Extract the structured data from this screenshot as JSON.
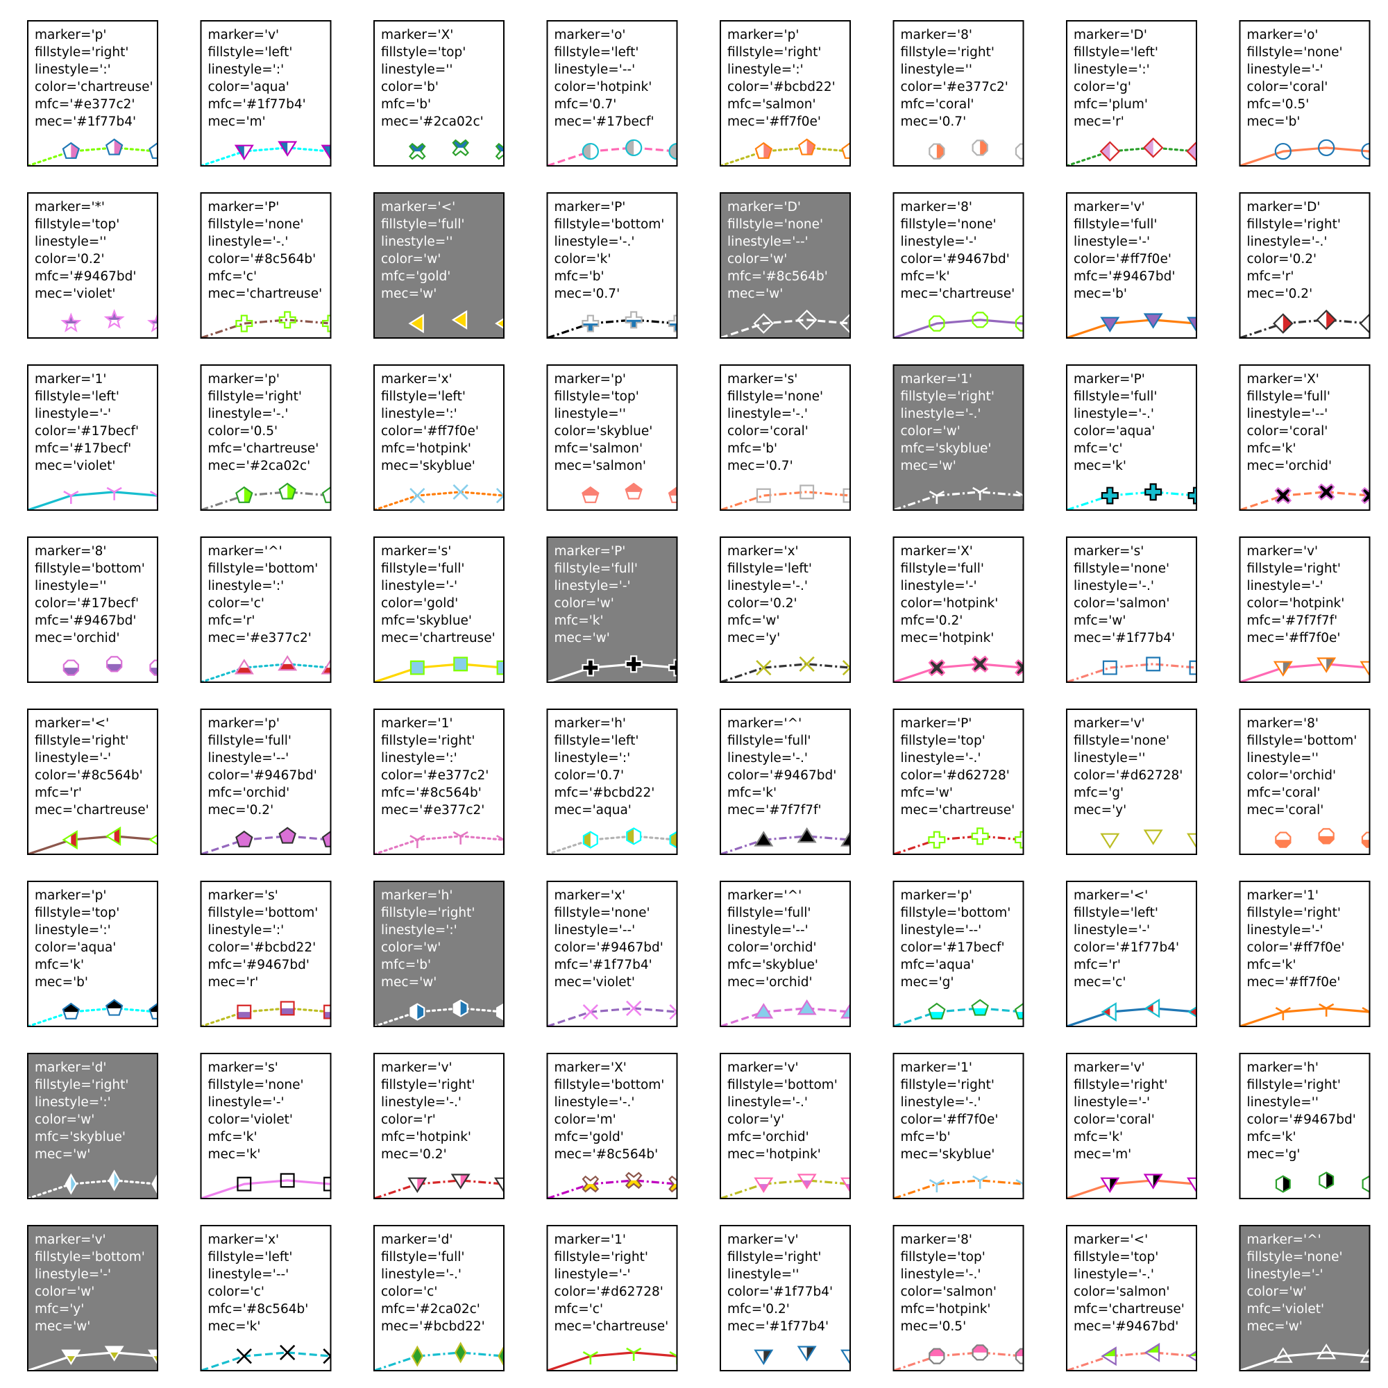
{
  "chart_data": {
    "type": "line",
    "rows": 8,
    "cols": 8,
    "x": [
      0,
      1,
      2,
      3
    ],
    "y": [
      0,
      0.8,
      1.0,
      0.8
    ],
    "xlim": [
      0,
      3
    ],
    "ylim": [
      0,
      8
    ],
    "grid": false,
    "colors": {
      "b": "#1f77b4",
      "g": "#2ca02c",
      "r": "#d62728",
      "c": "#17becf",
      "m": "#bf00bf",
      "y": "#bcbd22",
      "k": "#000000",
      "w": "#ffffff",
      "0.2": "#333333",
      "0.5": "#808080",
      "0.7": "#b3b3b3",
      "chartreuse": "#7fff00",
      "aqua": "#00ffff",
      "hotpink": "#ff69b4",
      "salmon": "#fa8072",
      "coral": "#ff7f50",
      "plum": "#dda0dd",
      "violet": "#ee82ee",
      "gold": "#ffd700",
      "skyblue": "#87ceeb",
      "orchid": "#da70d6"
    },
    "panels": [
      {
        "marker": "p",
        "fillstyle": "right",
        "linestyle": ":",
        "color": "chartreuse",
        "mfc": "#e377c2",
        "mec": "#1f77b4"
      },
      {
        "marker": "v",
        "fillstyle": "left",
        "linestyle": ":",
        "color": "aqua",
        "mfc": "#1f77b4",
        "mec": "m"
      },
      {
        "marker": "X",
        "fillstyle": "top",
        "linestyle": "",
        "color": "b",
        "mfc": "b",
        "mec": "#2ca02c"
      },
      {
        "marker": "o",
        "fillstyle": "left",
        "linestyle": "--",
        "color": "hotpink",
        "mfc": "0.7",
        "mec": "#17becf"
      },
      {
        "marker": "p",
        "fillstyle": "right",
        "linestyle": ":",
        "color": "#bcbd22",
        "mfc": "salmon",
        "mec": "#ff7f0e"
      },
      {
        "marker": "8",
        "fillstyle": "right",
        "linestyle": "",
        "color": "#e377c2",
        "mfc": "coral",
        "mec": "0.7"
      },
      {
        "marker": "D",
        "fillstyle": "left",
        "linestyle": ":",
        "color": "g",
        "mfc": "plum",
        "mec": "r"
      },
      {
        "marker": "o",
        "fillstyle": "none",
        "linestyle": "-",
        "color": "coral",
        "mfc": "0.5",
        "mec": "b"
      },
      {
        "marker": "*",
        "fillstyle": "top",
        "linestyle": "",
        "color": "0.2",
        "mfc": "#9467bd",
        "mec": "violet"
      },
      {
        "marker": "P",
        "fillstyle": "none",
        "linestyle": "-.",
        "color": "#8c564b",
        "mfc": "c",
        "mec": "chartreuse"
      },
      {
        "marker": "<",
        "fillstyle": "full",
        "linestyle": "",
        "color": "w",
        "mfc": "gold",
        "mec": "w"
      },
      {
        "marker": "P",
        "fillstyle": "bottom",
        "linestyle": "-.",
        "color": "k",
        "mfc": "b",
        "mec": "0.7"
      },
      {
        "marker": "D",
        "fillstyle": "none",
        "linestyle": "--",
        "color": "w",
        "mfc": "#8c564b",
        "mec": "w"
      },
      {
        "marker": "8",
        "fillstyle": "none",
        "linestyle": "-",
        "color": "#9467bd",
        "mfc": "k",
        "mec": "chartreuse"
      },
      {
        "marker": "v",
        "fillstyle": "full",
        "linestyle": "-",
        "color": "#ff7f0e",
        "mfc": "#9467bd",
        "mec": "b"
      },
      {
        "marker": "D",
        "fillstyle": "right",
        "linestyle": "-.",
        "color": "0.2",
        "mfc": "r",
        "mec": "0.2"
      },
      {
        "marker": "1",
        "fillstyle": "left",
        "linestyle": "-",
        "color": "#17becf",
        "mfc": "#17becf",
        "mec": "violet"
      },
      {
        "marker": "p",
        "fillstyle": "right",
        "linestyle": "-.",
        "color": "0.5",
        "mfc": "chartreuse",
        "mec": "#2ca02c"
      },
      {
        "marker": "x",
        "fillstyle": "left",
        "linestyle": ":",
        "color": "#ff7f0e",
        "mfc": "hotpink",
        "mec": "skyblue"
      },
      {
        "marker": "p",
        "fillstyle": "top",
        "linestyle": "",
        "color": "skyblue",
        "mfc": "salmon",
        "mec": "salmon"
      },
      {
        "marker": "s",
        "fillstyle": "none",
        "linestyle": "-.",
        "color": "coral",
        "mfc": "b",
        "mec": "0.7"
      },
      {
        "marker": "1",
        "fillstyle": "right",
        "linestyle": "-.",
        "color": "w",
        "mfc": "skyblue",
        "mec": "w"
      },
      {
        "marker": "P",
        "fillstyle": "full",
        "linestyle": "-.",
        "color": "aqua",
        "mfc": "c",
        "mec": "k"
      },
      {
        "marker": "X",
        "fillstyle": "full",
        "linestyle": "--",
        "color": "coral",
        "mfc": "k",
        "mec": "orchid"
      },
      {
        "marker": "8",
        "fillstyle": "bottom",
        "linestyle": "",
        "color": "#17becf",
        "mfc": "#9467bd",
        "mec": "orchid"
      },
      {
        "marker": "^",
        "fillstyle": "bottom",
        "linestyle": ":",
        "color": "c",
        "mfc": "r",
        "mec": "#e377c2"
      },
      {
        "marker": "s",
        "fillstyle": "full",
        "linestyle": "-",
        "color": "gold",
        "mfc": "skyblue",
        "mec": "chartreuse"
      },
      {
        "marker": "P",
        "fillstyle": "full",
        "linestyle": "-",
        "color": "w",
        "mfc": "k",
        "mec": "w"
      },
      {
        "marker": "x",
        "fillstyle": "left",
        "linestyle": "-.",
        "color": "0.2",
        "mfc": "w",
        "mec": "y"
      },
      {
        "marker": "X",
        "fillstyle": "full",
        "linestyle": "-",
        "color": "hotpink",
        "mfc": "0.2",
        "mec": "hotpink"
      },
      {
        "marker": "s",
        "fillstyle": "none",
        "linestyle": "-.",
        "color": "salmon",
        "mfc": "w",
        "mec": "#1f77b4"
      },
      {
        "marker": "v",
        "fillstyle": "right",
        "linestyle": "-",
        "color": "hotpink",
        "mfc": "#7f7f7f",
        "mec": "#ff7f0e"
      },
      {
        "marker": "<",
        "fillstyle": "right",
        "linestyle": "-",
        "color": "#8c564b",
        "mfc": "r",
        "mec": "chartreuse"
      },
      {
        "marker": "p",
        "fillstyle": "full",
        "linestyle": "--",
        "color": "#9467bd",
        "mfc": "orchid",
        "mec": "0.2"
      },
      {
        "marker": "1",
        "fillstyle": "right",
        "linestyle": ":",
        "color": "#e377c2",
        "mfc": "#8c564b",
        "mec": "#e377c2"
      },
      {
        "marker": "h",
        "fillstyle": "left",
        "linestyle": ":",
        "color": "0.7",
        "mfc": "#bcbd22",
        "mec": "aqua"
      },
      {
        "marker": "^",
        "fillstyle": "full",
        "linestyle": "-.",
        "color": "#9467bd",
        "mfc": "k",
        "mec": "#7f7f7f"
      },
      {
        "marker": "P",
        "fillstyle": "top",
        "linestyle": "-.",
        "color": "#d62728",
        "mfc": "w",
        "mec": "chartreuse"
      },
      {
        "marker": "v",
        "fillstyle": "none",
        "linestyle": "",
        "color": "#d62728",
        "mfc": "g",
        "mec": "y"
      },
      {
        "marker": "8",
        "fillstyle": "bottom",
        "linestyle": "",
        "color": "orchid",
        "mfc": "coral",
        "mec": "coral"
      },
      {
        "marker": "p",
        "fillstyle": "top",
        "linestyle": ":",
        "color": "aqua",
        "mfc": "k",
        "mec": "b"
      },
      {
        "marker": "s",
        "fillstyle": "bottom",
        "linestyle": ":",
        "color": "#bcbd22",
        "mfc": "#9467bd",
        "mec": "r"
      },
      {
        "marker": "h",
        "fillstyle": "right",
        "linestyle": ":",
        "color": "w",
        "mfc": "b",
        "mec": "w"
      },
      {
        "marker": "x",
        "fillstyle": "none",
        "linestyle": "--",
        "color": "#9467bd",
        "mfc": "#1f77b4",
        "mec": "violet"
      },
      {
        "marker": "^",
        "fillstyle": "full",
        "linestyle": "--",
        "color": "orchid",
        "mfc": "skyblue",
        "mec": "orchid"
      },
      {
        "marker": "p",
        "fillstyle": "bottom",
        "linestyle": "--",
        "color": "#17becf",
        "mfc": "aqua",
        "mec": "g"
      },
      {
        "marker": "<",
        "fillstyle": "left",
        "linestyle": "-",
        "color": "#1f77b4",
        "mfc": "r",
        "mec": "c"
      },
      {
        "marker": "1",
        "fillstyle": "right",
        "linestyle": "-",
        "color": "#ff7f0e",
        "mfc": "k",
        "mec": "#ff7f0e"
      },
      {
        "marker": "d",
        "fillstyle": "right",
        "linestyle": ":",
        "color": "w",
        "mfc": "skyblue",
        "mec": "w"
      },
      {
        "marker": "s",
        "fillstyle": "none",
        "linestyle": "-",
        "color": "violet",
        "mfc": "k",
        "mec": "k"
      },
      {
        "marker": "v",
        "fillstyle": "right",
        "linestyle": "-.",
        "color": "r",
        "mfc": "hotpink",
        "mec": "0.2"
      },
      {
        "marker": "X",
        "fillstyle": "bottom",
        "linestyle": "-.",
        "color": "m",
        "mfc": "gold",
        "mec": "#8c564b"
      },
      {
        "marker": "v",
        "fillstyle": "bottom",
        "linestyle": "-.",
        "color": "y",
        "mfc": "orchid",
        "mec": "hotpink"
      },
      {
        "marker": "1",
        "fillstyle": "right",
        "linestyle": "-.",
        "color": "#ff7f0e",
        "mfc": "b",
        "mec": "skyblue"
      },
      {
        "marker": "v",
        "fillstyle": "right",
        "linestyle": "-",
        "color": "coral",
        "mfc": "k",
        "mec": "m"
      },
      {
        "marker": "h",
        "fillstyle": "right",
        "linestyle": "",
        "color": "#9467bd",
        "mfc": "k",
        "mec": "g"
      },
      {
        "marker": "v",
        "fillstyle": "bottom",
        "linestyle": "-",
        "color": "w",
        "mfc": "y",
        "mec": "w"
      },
      {
        "marker": "x",
        "fillstyle": "left",
        "linestyle": "--",
        "color": "c",
        "mfc": "#8c564b",
        "mec": "k"
      },
      {
        "marker": "d",
        "fillstyle": "full",
        "linestyle": "-.",
        "color": "c",
        "mfc": "#2ca02c",
        "mec": "#bcbd22"
      },
      {
        "marker": "1",
        "fillstyle": "right",
        "linestyle": "-",
        "color": "#d62728",
        "mfc": "c",
        "mec": "chartreuse"
      },
      {
        "marker": "v",
        "fillstyle": "right",
        "linestyle": "",
        "color": "#1f77b4",
        "mfc": "0.2",
        "mec": "#1f77b4"
      },
      {
        "marker": "8",
        "fillstyle": "top",
        "linestyle": "-.",
        "color": "salmon",
        "mfc": "hotpink",
        "mec": "0.5"
      },
      {
        "marker": "<",
        "fillstyle": "top",
        "linestyle": "-.",
        "color": "salmon",
        "mfc": "chartreuse",
        "mec": "#9467bd"
      },
      {
        "marker": "^",
        "fillstyle": "none",
        "linestyle": "-",
        "color": "w",
        "mfc": "violet",
        "mec": "w"
      }
    ]
  }
}
